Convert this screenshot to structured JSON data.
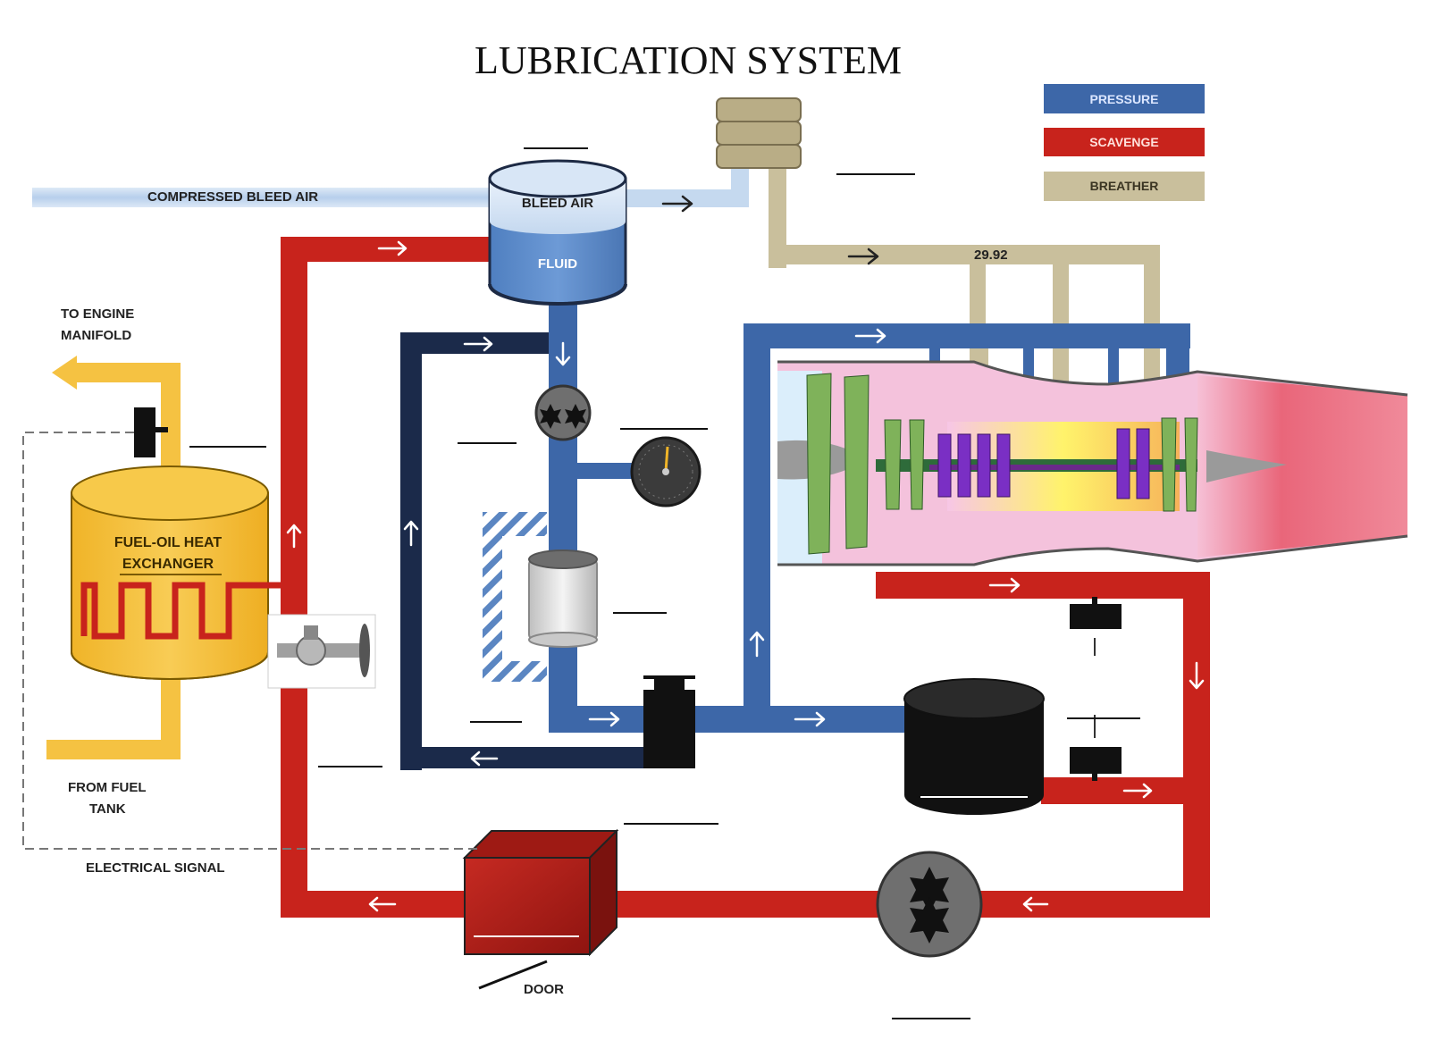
{
  "title": "LUBRICATION SYSTEM",
  "legend": [
    {
      "label": "PRESSURE",
      "color": "#3d67a8",
      "text_color": "#dbe6ff"
    },
    {
      "label": "SCAVENGE",
      "color": "#c8231c",
      "text_color": "#ffe1dc"
    },
    {
      "label": "BREATHER",
      "color": "#c9bf9c",
      "text_color": "#3a3422"
    }
  ],
  "labels": {
    "compressed_bleed_air": "COMPRESSED BLEED AIR",
    "bleed_air": "BLEED AIR",
    "fluid": "FLUID",
    "pressure_reading": "29.92",
    "to_engine_manifold_1": "TO ENGINE",
    "to_engine_manifold_2": "MANIFOLD",
    "fuel_oil_hx_1": "FUEL-OIL HEAT",
    "fuel_oil_hx_2": "EXCHANGER",
    "from_fuel_tank_1": "FROM FUEL",
    "from_fuel_tank_2": "TANK",
    "electrical_signal": "ELECTRICAL SIGNAL",
    "door": "DOOR"
  },
  "colors": {
    "pressure": "#3d67a8",
    "pressure_dark": "#1b2a4a",
    "scavenge": "#c8231c",
    "breather": "#c9bf9c",
    "bleed_air": "#b9d3ee",
    "fuel": "#f5c242"
  },
  "icons": [
    "pump-icon",
    "gauge-icon",
    "filter-icon",
    "valve-icon",
    "sump-icon",
    "chip-detector-icon",
    "scavenge-pump-icon",
    "heat-exchanger-icon",
    "tank-icon",
    "turbine-engine-icon"
  ]
}
